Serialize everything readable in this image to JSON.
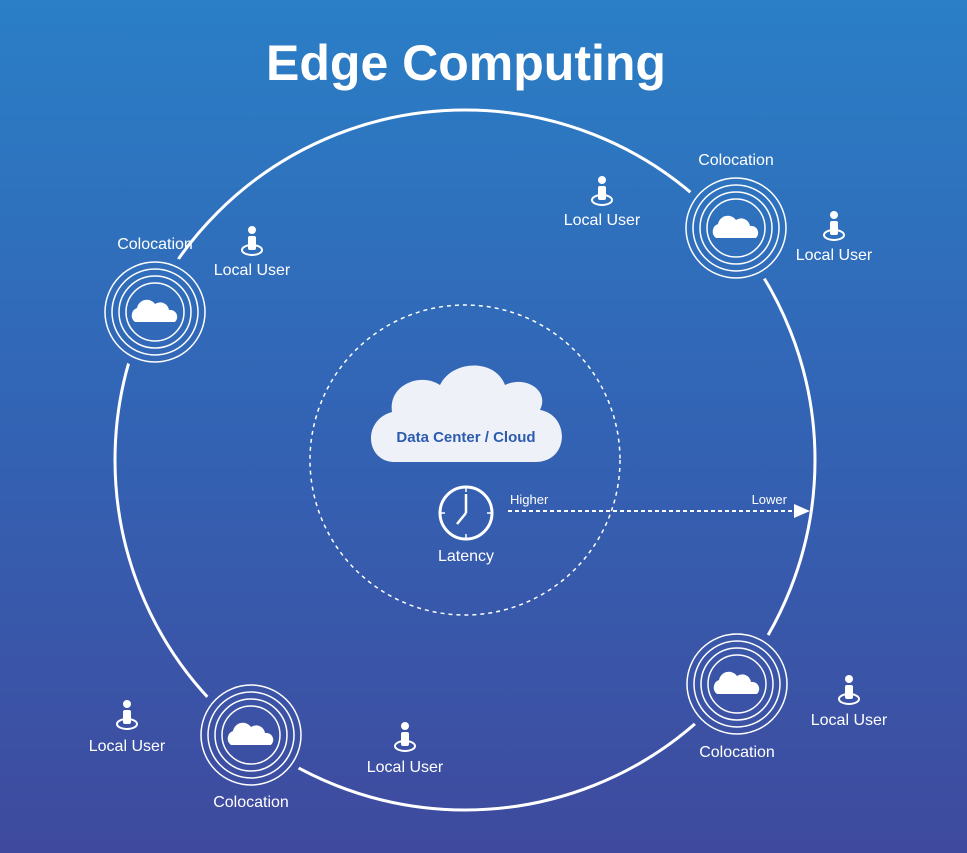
{
  "title": "Edge Computing",
  "center": {
    "label": "Data Center / Cloud",
    "latency_label": "Latency",
    "higher_label": "Higher",
    "lower_label": "Lower"
  },
  "colocation_label": "Colocation",
  "local_user_label": "Local User",
  "colocations": [
    {
      "label": "Colocation"
    },
    {
      "label": "Colocation"
    },
    {
      "label": "Colocation"
    },
    {
      "label": "Colocation"
    }
  ],
  "local_users": [
    {
      "label": "Local User"
    },
    {
      "label": "Local User"
    },
    {
      "label": "Local User"
    },
    {
      "label": "Local User"
    },
    {
      "label": "Local User"
    },
    {
      "label": "Local User"
    }
  ],
  "colors": {
    "bg_top": "#2a7fc6",
    "bg_bottom": "#3f4a9e",
    "text_accent": "#2d5bb0"
  }
}
